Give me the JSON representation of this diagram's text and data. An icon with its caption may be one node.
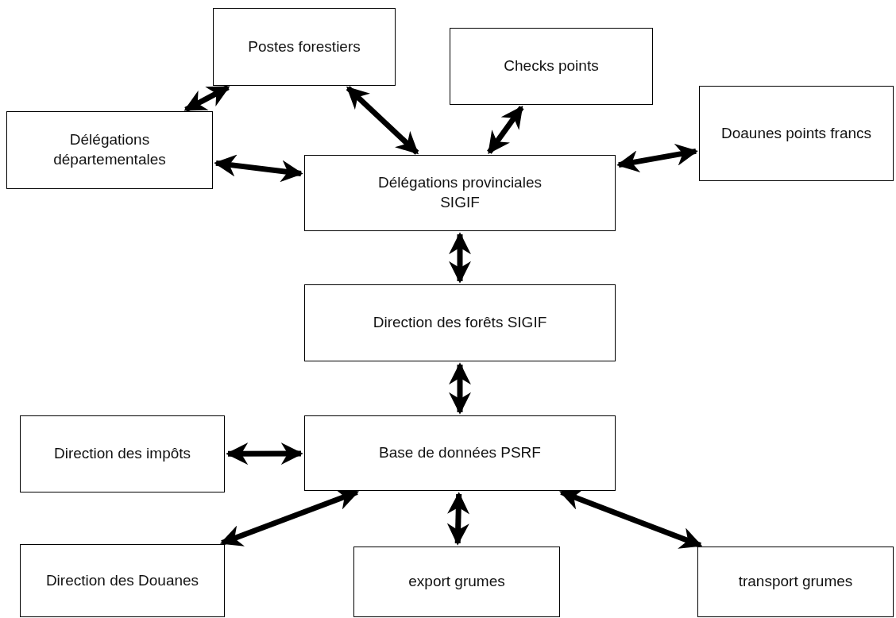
{
  "diagram": {
    "nodes": [
      {
        "text": [
          "Postes forestiers"
        ]
      },
      {
        "text": [
          "Checks points"
        ]
      },
      {
        "text": [
          "Délégations départementales"
        ]
      },
      {
        "text": [
          "Doaunes points francs"
        ]
      },
      {
        "text": [
          "Délégations provinciales SIGIF"
        ]
      },
      {
        "text": [
          "Direction des forêts SIGIF"
        ]
      },
      {
        "text": [
          "Direction des impôts"
        ]
      },
      {
        "text": [
          "Base de données PSRF"
        ]
      },
      {
        "text": [
          "Direction des Douanes"
        ]
      },
      {
        "text": [
          "export grumes"
        ]
      },
      {
        "text": [
          "transport grumes"
        ]
      }
    ],
    "edges": [
      {
        "from": 2,
        "to": 0,
        "arrow": "both"
      },
      {
        "from": 0,
        "to": 4,
        "arrow": "both"
      },
      {
        "from": 1,
        "to": 4,
        "arrow": "both"
      },
      {
        "from": 2,
        "to": 4,
        "arrow": "both"
      },
      {
        "from": 3,
        "to": 4,
        "arrow": "both"
      },
      {
        "from": 4,
        "to": 5,
        "arrow": "both"
      },
      {
        "from": 5,
        "to": 7,
        "arrow": "both"
      },
      {
        "from": 6,
        "to": 7,
        "arrow": "both"
      },
      {
        "from": 7,
        "to": 8,
        "arrow": "both"
      },
      {
        "from": 7,
        "to": 9,
        "arrow": "both"
      },
      {
        "from": 7,
        "to": 10,
        "arrow": "both"
      }
    ]
  }
}
